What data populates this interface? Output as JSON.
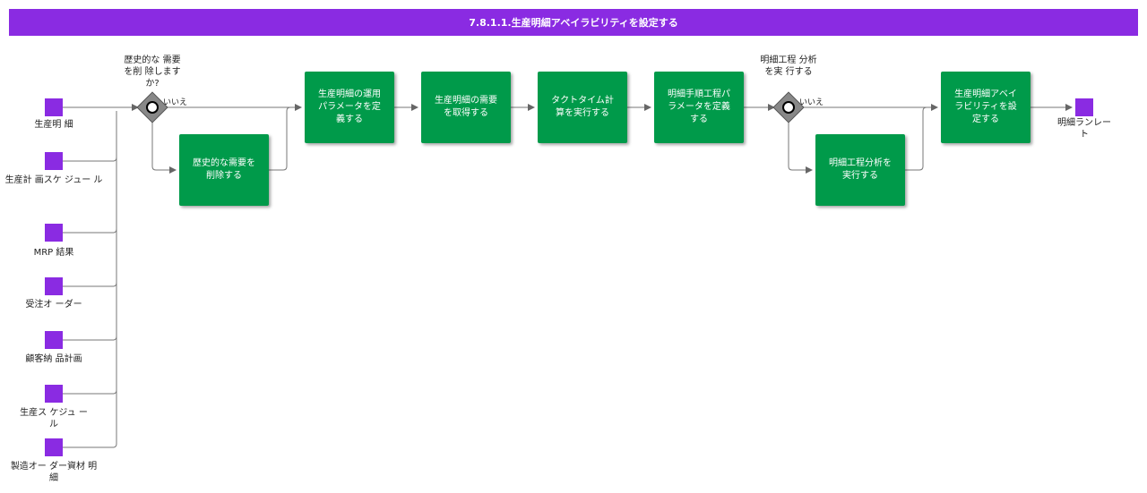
{
  "title": "7.8.1.1.生産明細アベイラビリティを設定する",
  "inputs": [
    {
      "id": "in1",
      "label": "生産明 細"
    },
    {
      "id": "in2",
      "label": "生産計 画スケ ジュー ル"
    },
    {
      "id": "in3",
      "label": "MRP 結果"
    },
    {
      "id": "in4",
      "label": "受注オ ーダー"
    },
    {
      "id": "in5",
      "label": "顧客納 品計画"
    },
    {
      "id": "in6",
      "label": "生産ス ケジュ ール"
    },
    {
      "id": "in7",
      "label": "製造オー ダー資材 明細"
    }
  ],
  "gateways": [
    {
      "id": "gw1",
      "label": "歴史的な 需要を削 除しますか?",
      "no_label": "いいえ"
    },
    {
      "id": "gw2",
      "label": "明細工程 分析を実 行する",
      "no_label": "いいえ"
    }
  ],
  "tasks": [
    {
      "id": "t_hist",
      "label": "歴史的な需要を削除する"
    },
    {
      "id": "t1",
      "label": "生産明細の運用パラメータを定義する"
    },
    {
      "id": "t2",
      "label": "生産明細の需要を取得する"
    },
    {
      "id": "t3",
      "label": "タクトタイム計算を実行する"
    },
    {
      "id": "t4",
      "label": "明細手順工程パラメータを定義する"
    },
    {
      "id": "t_anal",
      "label": "明細工程分析を実行する"
    },
    {
      "id": "t5",
      "label": "生産明細アベイラビリティを設定する"
    }
  ],
  "output": {
    "id": "out1",
    "label": "明細ランレート"
  },
  "colors": {
    "header": "#8a2be2",
    "task": "#009a4a",
    "object": "#8a2be2",
    "gateway": "#888888",
    "line": "#666666"
  }
}
